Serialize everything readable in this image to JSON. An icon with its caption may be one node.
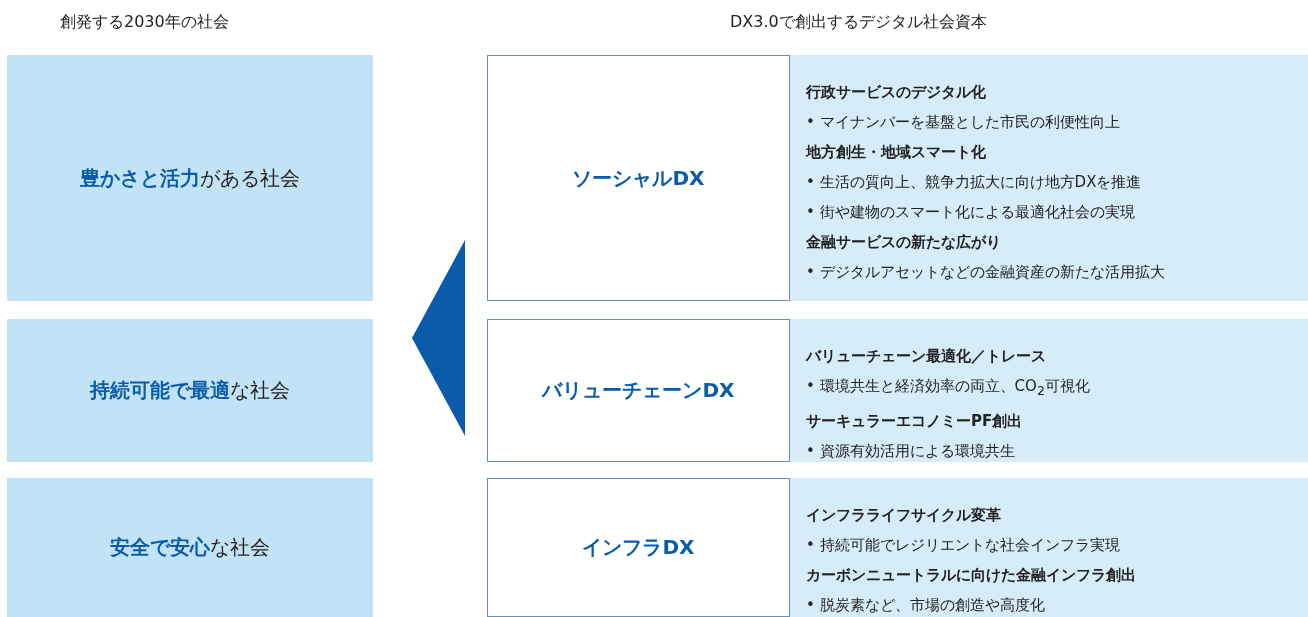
{
  "diagram": {
    "nodes": [
      {
        "text": [
          "**豊かさと活力**がある社会"
        ]
      },
      {
        "text": [
          "**持続可能で最適**な社会"
        ]
      },
      {
        "text": [
          "**安全で安心**な社会"
        ]
      },
      {
        "text": [
          "ソーシャルDX"
        ]
      },
      {
        "text": [
          "行政サービスのデジタル化",
          "• マイナンバーを基盤とした市民の利便性向上",
          "地方創生・地域スマート化",
          "• 生活の質向上、競争力拡大に向け地方DXを推進",
          "• 街や建物のスマート化による最適化社会の実現",
          "金融サービスの新たな広がり",
          "• デジタルアセットなどの金融資産の新たな活用拡大"
        ]
      },
      {
        "text": [
          "バリューチェーンDX"
        ]
      },
      {
        "text": [
          "バリューチェーン最適化／トレース",
          "• 環境共生と経済効率の両立、CO$_{2}$可視化",
          "サーキュラーエコノミーPF創出",
          "• 資源有効活用による環境共生"
        ]
      },
      {
        "text": [
          "インフラDX"
        ]
      },
      {
        "text": [
          "インフラライフサイクル変革",
          "• 持続可能でレジリエントな社会インフラ実現",
          "カーボンニュートラルに向けた金融インフラ創出",
          "• 脱炭素など、市場の創造や高度化"
        ]
      }
    ],
    "edges": [],
    "labels": [
      "創発する2030年の社会",
      "DX3.0で創出するデジタル社会資本"
    ]
  }
}
